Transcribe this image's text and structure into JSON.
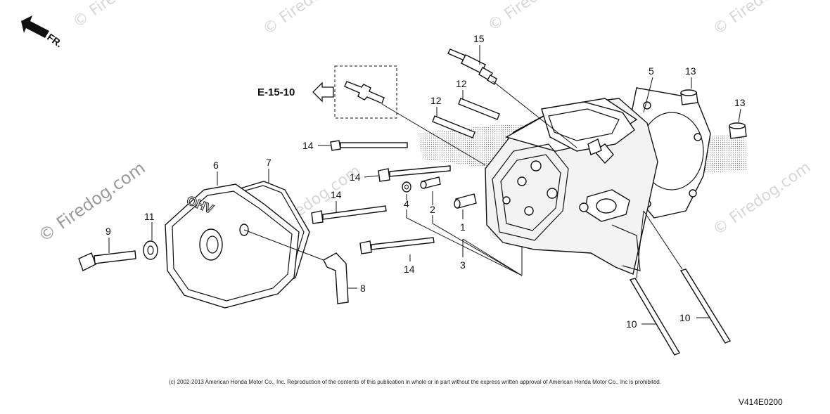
{
  "diagram": {
    "reference_label": "E-15-10",
    "direction_label": "FR.",
    "diagram_code": "V414E0200",
    "copyright": "(c) 2002-2013 American Honda Motor Co., Inc. Reproduction of the contents of this publication in whole or in part without the express written approval of American Honda Motor Co., Inc is prohibited.",
    "watermark": "© Firedog.com",
    "callouts": {
      "c1": "1",
      "c2": "2",
      "c3": "3",
      "c4": "4",
      "c5": "5",
      "c6": "6",
      "c7": "7",
      "c8": "8",
      "c9": "9",
      "c10a": "10",
      "c10b": "10",
      "c11": "11",
      "c12a": "12",
      "c12b": "12",
      "c13a": "13",
      "c13b": "13",
      "c14a": "14",
      "c14b": "14",
      "c14c": "14",
      "c14d": "14",
      "c15": "15"
    },
    "icons": [
      "front-direction-arrow-icon",
      "reference-arrow-icon"
    ]
  }
}
